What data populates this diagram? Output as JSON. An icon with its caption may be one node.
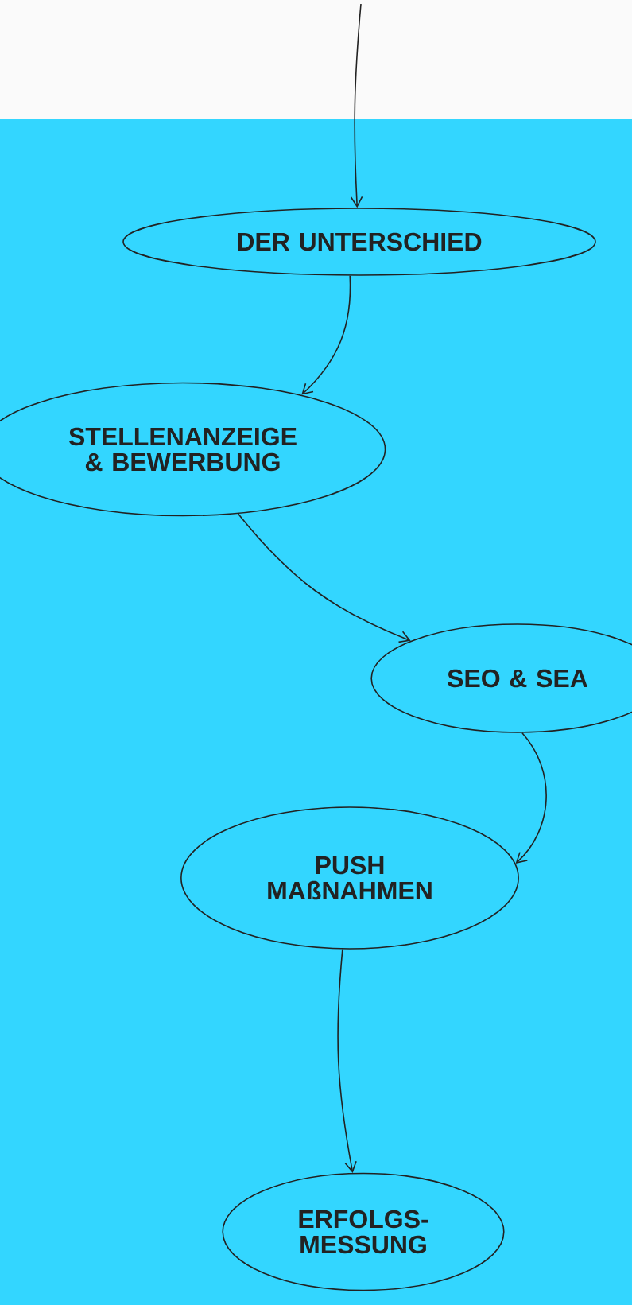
{
  "diagram": {
    "nodes": [
      {
        "text": [
          "DER UNTERSCHIED"
        ]
      },
      {
        "text": [
          "STELLENANZEIGE & BEWERBUNG"
        ]
      },
      {
        "text": [
          "SEO & SEA"
        ]
      },
      {
        "text": [
          "PUSH MAßNAHMEN"
        ]
      },
      {
        "text": [
          "ERFOLGS-MESSUNG"
        ]
      }
    ],
    "edges": [
      {
        "from": null,
        "to": 0,
        "arrow": "to"
      },
      {
        "from": 0,
        "to": 1,
        "arrow": "to"
      },
      {
        "from": 1,
        "to": 2,
        "arrow": "to"
      },
      {
        "from": 2,
        "to": 3,
        "arrow": "to"
      },
      {
        "from": 3,
        "to": 4,
        "arrow": "to"
      }
    ]
  }
}
